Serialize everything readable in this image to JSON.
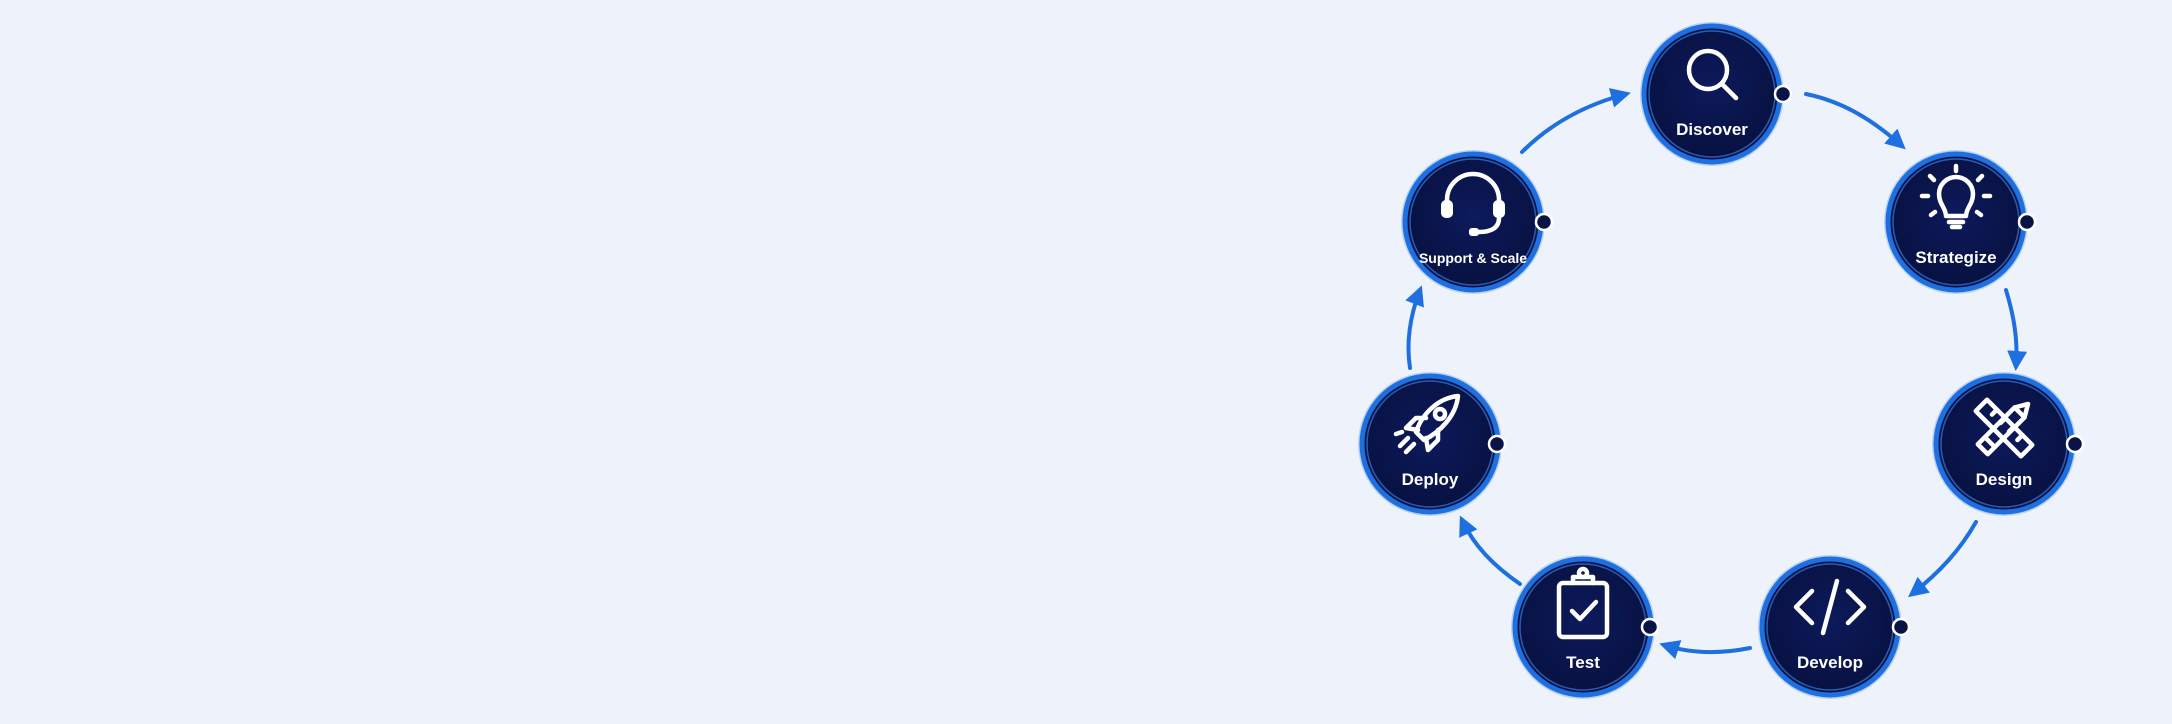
{
  "diagram": {
    "stages": [
      {
        "id": "discover",
        "label": "Discover",
        "icon": "magnifier-icon"
      },
      {
        "id": "strategize",
        "label": "Strategize",
        "icon": "lightbulb-icon"
      },
      {
        "id": "design",
        "label": "Design",
        "icon": "ruler-pencil-icon"
      },
      {
        "id": "develop",
        "label": "Develop",
        "icon": "code-icon"
      },
      {
        "id": "test",
        "label": "Test",
        "icon": "clipboard-check-icon"
      },
      {
        "id": "deploy",
        "label": "Deploy",
        "icon": "rocket-icon"
      },
      {
        "id": "support",
        "label": "Support & Scale",
        "icon": "headset-icon"
      }
    ],
    "colors": {
      "background": "#eef3fb",
      "node_fill": "#0a1346",
      "node_ring": "#1e6fe0",
      "arrow": "#1e6fe0",
      "text": "#ffffff"
    }
  }
}
